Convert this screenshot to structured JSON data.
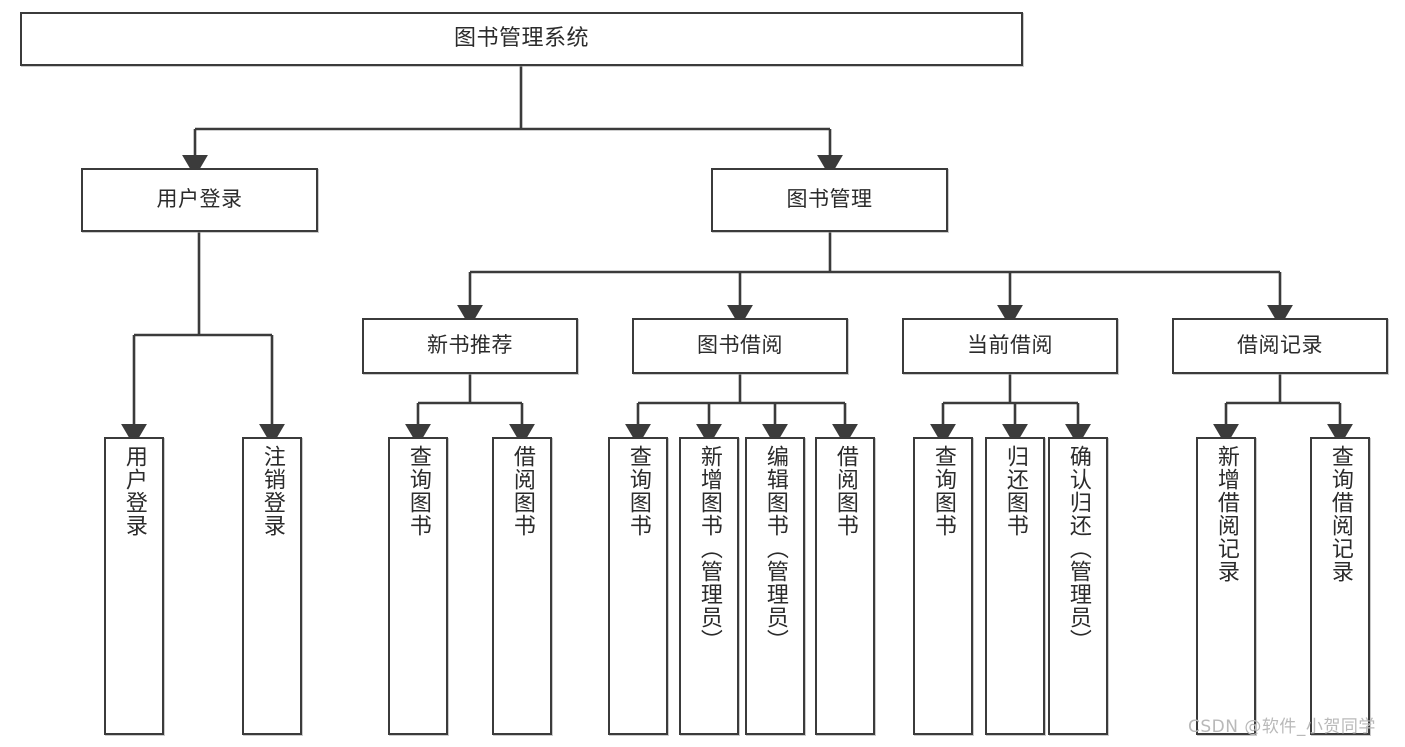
{
  "diagram": {
    "title": "图书管理系统",
    "type": "hierarchy-tree",
    "watermark": "CSDN @软件_小贺同学",
    "colors": {
      "box_border": "#3b3b3b",
      "box_fill": "#ffffff",
      "connector": "#3b3b3b",
      "text": "#2b2b2b",
      "watermark": "#b9b9b9"
    },
    "root": {
      "label": "图书管理系统"
    },
    "level2": [
      {
        "label": "用户登录"
      },
      {
        "label": "图书管理"
      }
    ],
    "level3": [
      {
        "label": "新书推荐"
      },
      {
        "label": "图书借阅"
      },
      {
        "label": "当前借阅"
      },
      {
        "label": "借阅记录"
      }
    ],
    "leaves": {
      "user_login": [
        {
          "label": "用户登录"
        },
        {
          "label": "注销登录"
        }
      ],
      "new_book": [
        {
          "label": "查询图书"
        },
        {
          "label": "借阅图书"
        }
      ],
      "book_borrow": [
        {
          "label": "查询图书"
        },
        {
          "label": "新增图书（管理员）"
        },
        {
          "label": "编辑图书（管理员）"
        },
        {
          "label": "借阅图书"
        }
      ],
      "current_borrow": [
        {
          "label": "查询图书"
        },
        {
          "label": "归还图书"
        },
        {
          "label": "确认归还（管理员）"
        }
      ],
      "borrow_record": [
        {
          "label": "新增借阅记录"
        },
        {
          "label": "查询借阅记录"
        }
      ]
    }
  }
}
